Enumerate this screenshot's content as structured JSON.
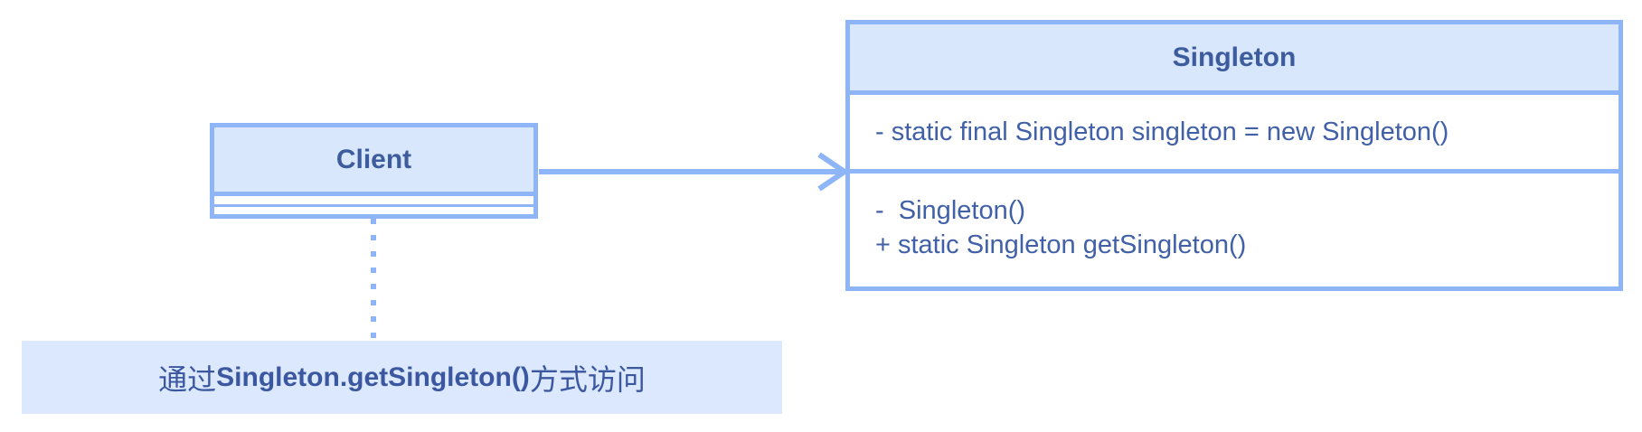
{
  "diagram": {
    "client_class": {
      "title": "Client"
    },
    "singleton_class": {
      "title": "Singleton",
      "attributes": [
        "- static final Singleton singleton = new Singleton()"
      ],
      "methods": [
        "-  Singleton()",
        "+ static Singleton getSingleton()"
      ]
    },
    "note": {
      "prefix": "通过",
      "code": "Singleton.getSingleton()",
      "suffix": "方式访问"
    },
    "colors": {
      "line": "#8db5f8",
      "header_fill": "#d9e7fc",
      "note_fill": "#dbe8fd",
      "title_text": "#3d5c9e",
      "body_text": "#4060a8",
      "note_text": "#3b57a0"
    }
  }
}
